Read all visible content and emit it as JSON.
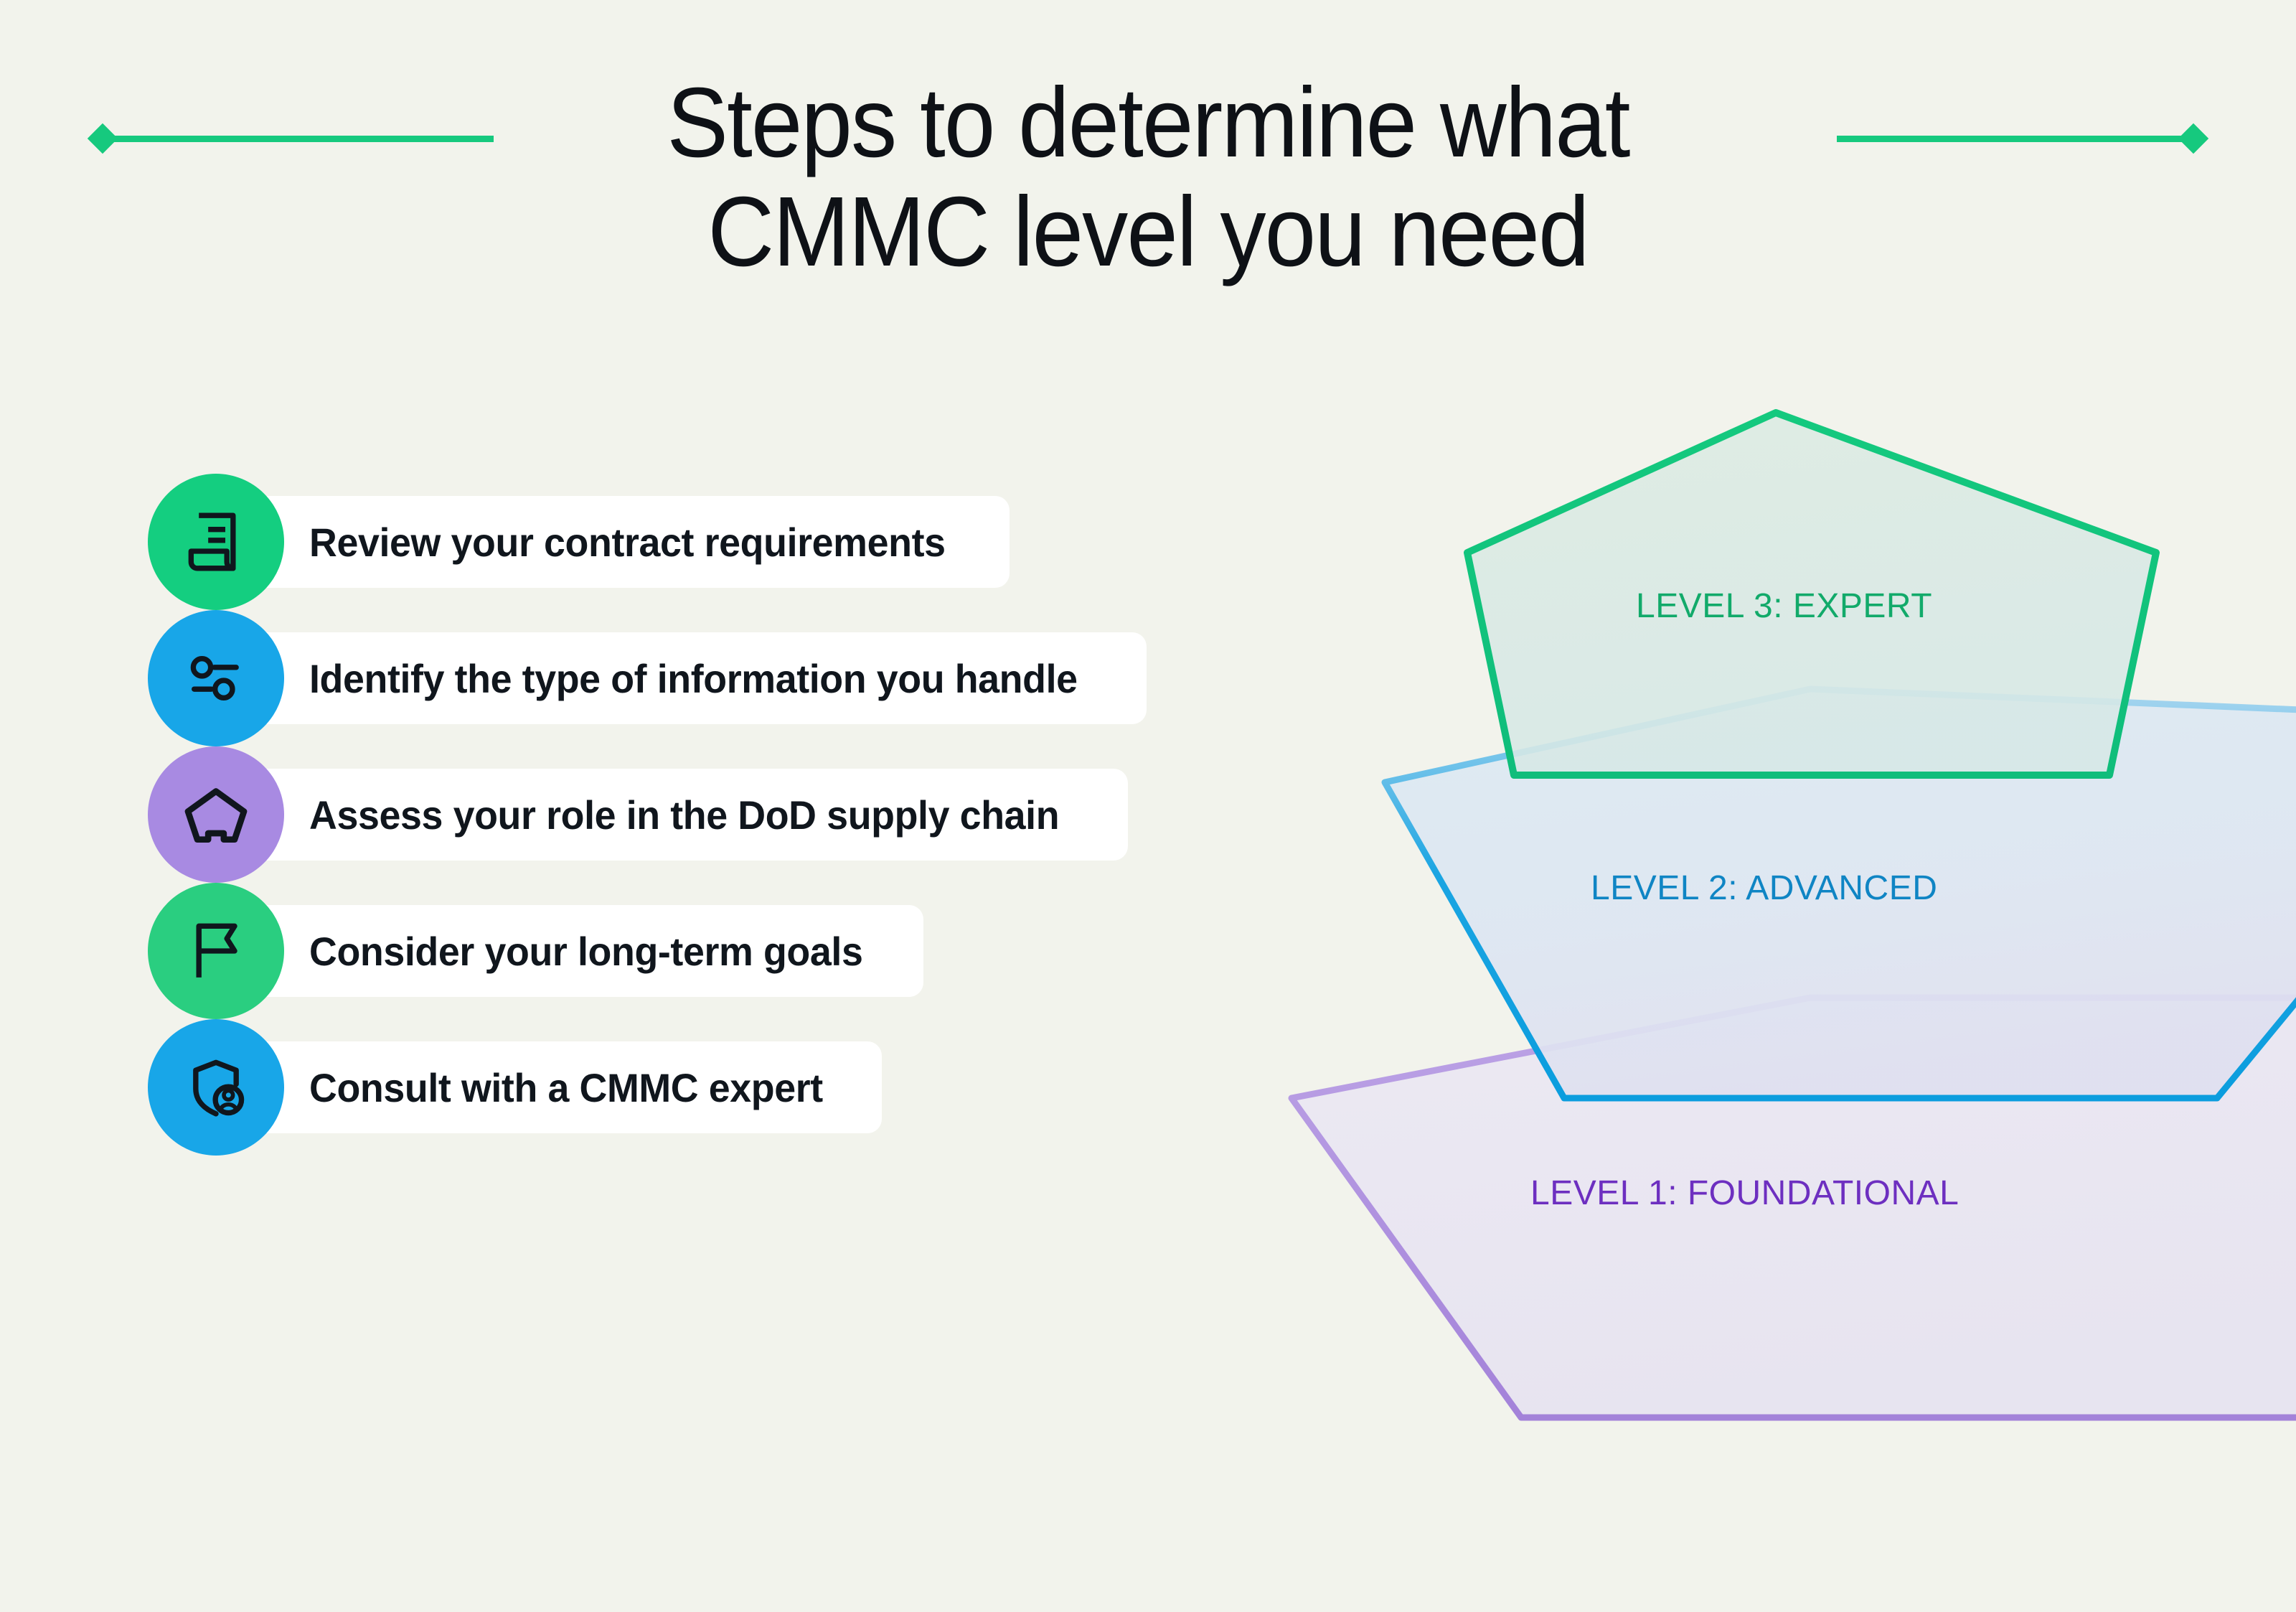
{
  "background_color": "#f2f3ec",
  "header": {
    "title_line_1": "Steps to determine what",
    "title_line_2": "CMMC level you need",
    "accent_color": "#16c97e",
    "decoration_left": "diamond-line-left",
    "decoration_right": "diamond-line-right"
  },
  "steps": [
    {
      "label": "Review your contract requirements",
      "icon": "document-contract-icon",
      "circle_color": "#14ce80"
    },
    {
      "label": "Identify the type of information you handle",
      "icon": "sliders-settings-icon",
      "circle_color": "#18a6e8"
    },
    {
      "label": "Assess your role in the DoD supply chain",
      "icon": "pentagon-building-icon",
      "circle_color": "#a88ae2"
    },
    {
      "label": "Consider your long-term goals",
      "icon": "flag-icon",
      "circle_color": "#2ace80"
    },
    {
      "label": "Consult with a CMMC expert",
      "icon": "shield-person-icon",
      "circle_color": "#18a6e8"
    }
  ],
  "diagram": {
    "type": "nested-pentagons",
    "levels": [
      {
        "label": "LEVEL 3: EXPERT",
        "stroke_color": "#12c47d",
        "text_color": "#12aa6a",
        "fill_color": "#d9ece3"
      },
      {
        "label": "LEVEL 2: ADVANCED",
        "stroke_color": "#119fe0",
        "text_color": "#0f85c4",
        "fill_color": "#dbe8f1"
      },
      {
        "label": "LEVEL 1: FOUNDATIONAL",
        "stroke_color": "#a98ce0",
        "text_color": "#6d2fc0",
        "fill_color": "#e9e6f1"
      }
    ]
  }
}
